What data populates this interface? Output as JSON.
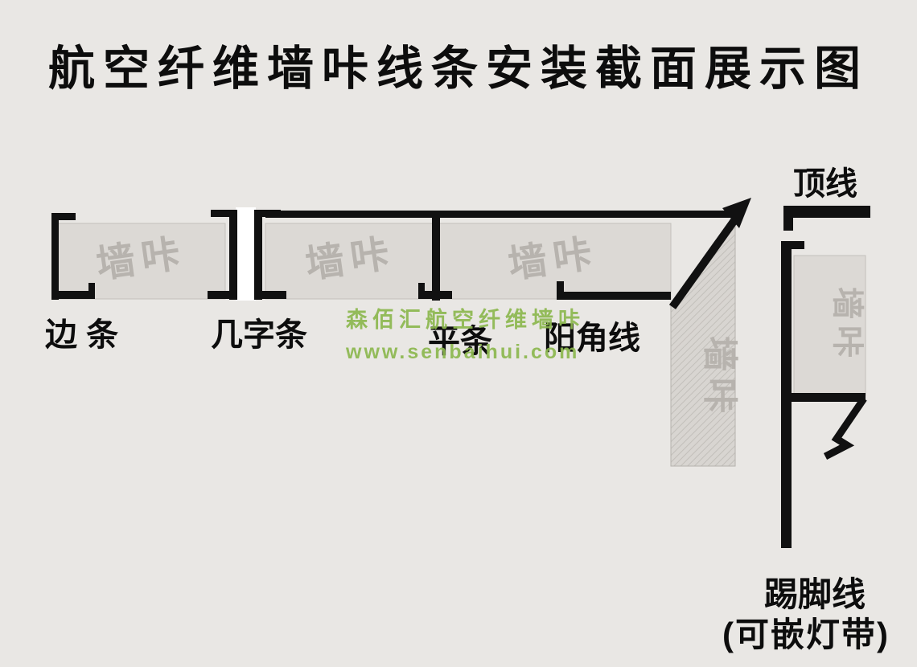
{
  "title": "航空纤维墙咔线条安装截面展示图",
  "diagram": {
    "panel_brand": "墙咔",
    "labels": {
      "edge_strip": "边 条",
      "ji_strip": "几字条",
      "flat_strip": "平条",
      "outer_corner": "阳角线",
      "crown_line": "顶线",
      "skirting_line": "踢脚线",
      "skirting_note": "(可嵌灯带)"
    }
  },
  "watermark": {
    "brand": "森佰汇航空纤维墙咔",
    "url": "www.senbaihui.com"
  },
  "colors": {
    "background": "#e9e7e4",
    "panel_fill": "#dcd9d5",
    "profile_black": "#111111",
    "watermark_green": "#8cb84f",
    "panel_text_gray": "#b7b3ae",
    "title_black": "#0d0d0d"
  }
}
